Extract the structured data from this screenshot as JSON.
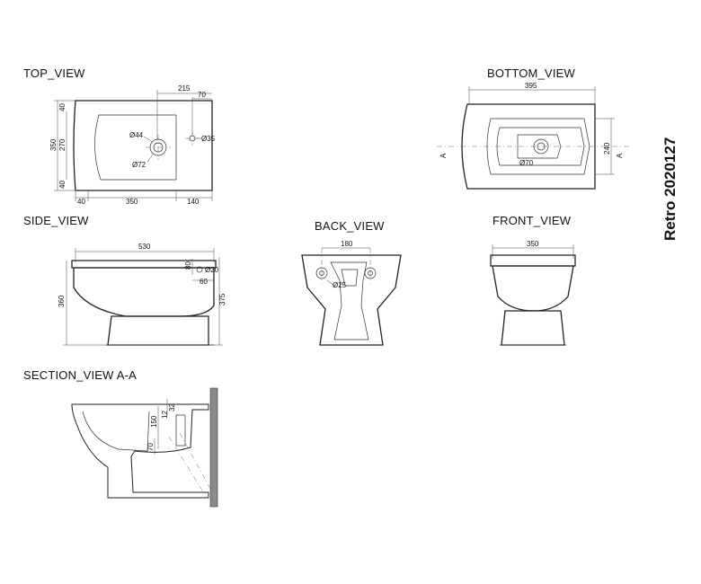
{
  "views": {
    "top": "TOP_VIEW",
    "bottom": "BOTTOM_VIEW",
    "side": "SIDE_VIEW",
    "back": "BACK_VIEW",
    "front": "FRONT_VIEW",
    "section": "SECTION_VIEW  A-A"
  },
  "product_code": "Retro 2020127",
  "dims": {
    "top": {
      "d215": "215",
      "d70": "70",
      "d350h": "350",
      "d270": "270",
      "d40a": "40",
      "d40b": "40",
      "d40w": "40",
      "d350w": "350",
      "d140": "140",
      "d44": "Ø44",
      "d72": "Ø72",
      "d35": "Ø35"
    },
    "bottom": {
      "d395": "395",
      "d240": "240",
      "d70": "Ø70",
      "secA1": "A",
      "secA2": "A"
    },
    "side": {
      "d530": "530",
      "d360": "360",
      "d375": "375",
      "d80": "80",
      "d20": "Ø20",
      "d60": "60"
    },
    "back": {
      "d180": "180",
      "d25": "Ø25"
    },
    "front": {
      "d350": "350"
    },
    "section": {
      "d150": "150",
      "d32": "32",
      "d12": "12",
      "d70": "70"
    }
  }
}
